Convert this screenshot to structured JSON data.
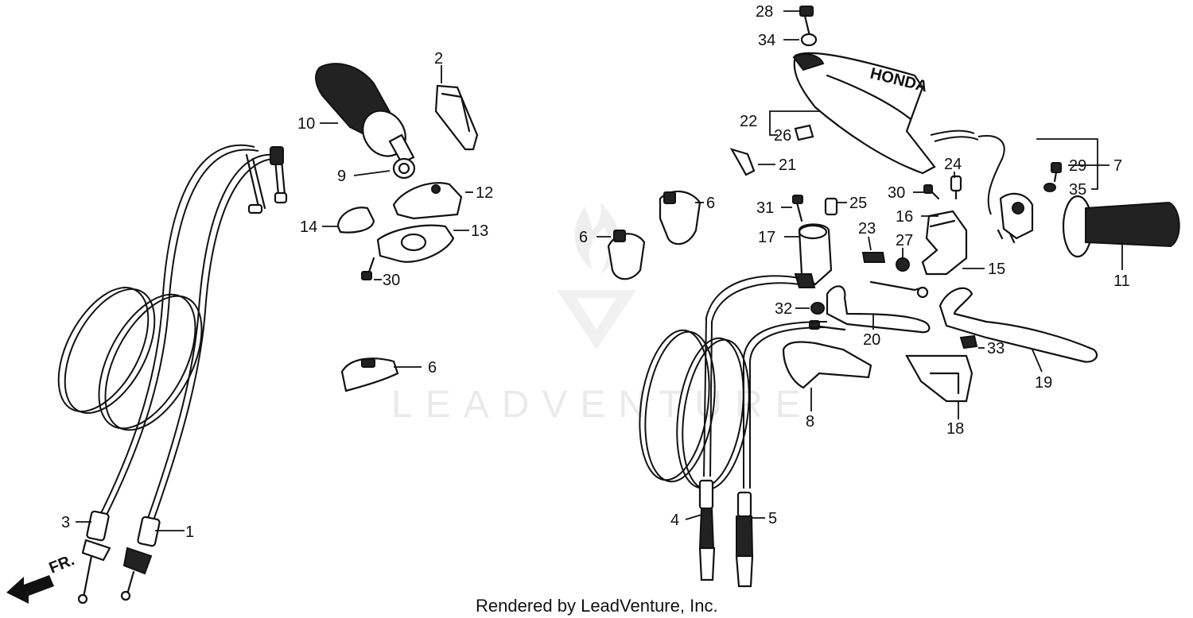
{
  "watermark": {
    "text": "LEADVENTURE"
  },
  "footer": {
    "text": "Rendered by LeadVenture, Inc."
  },
  "direction_marker": {
    "text": "FR."
  },
  "callouts": [
    {
      "key": "c1",
      "label": "1"
    },
    {
      "key": "c2",
      "label": "2"
    },
    {
      "key": "c3",
      "label": "3"
    },
    {
      "key": "c4",
      "label": "4"
    },
    {
      "key": "c5",
      "label": "5"
    },
    {
      "key": "c6a",
      "label": "6"
    },
    {
      "key": "c6b",
      "label": "6"
    },
    {
      "key": "c6c",
      "label": "6"
    },
    {
      "key": "c7",
      "label": "7"
    },
    {
      "key": "c8",
      "label": "8"
    },
    {
      "key": "c9",
      "label": "9"
    },
    {
      "key": "c10",
      "label": "10"
    },
    {
      "key": "c11",
      "label": "11"
    },
    {
      "key": "c12",
      "label": "12"
    },
    {
      "key": "c13",
      "label": "13"
    },
    {
      "key": "c14",
      "label": "14"
    },
    {
      "key": "c15",
      "label": "15"
    },
    {
      "key": "c16",
      "label": "16"
    },
    {
      "key": "c17",
      "label": "17"
    },
    {
      "key": "c18",
      "label": "18"
    },
    {
      "key": "c19",
      "label": "19"
    },
    {
      "key": "c20",
      "label": "20"
    },
    {
      "key": "c21",
      "label": "21"
    },
    {
      "key": "c22",
      "label": "22"
    },
    {
      "key": "c23",
      "label": "23"
    },
    {
      "key": "c24",
      "label": "24"
    },
    {
      "key": "c25",
      "label": "25"
    },
    {
      "key": "c26",
      "label": "26"
    },
    {
      "key": "c27",
      "label": "27"
    },
    {
      "key": "c28",
      "label": "28"
    },
    {
      "key": "c29",
      "label": "29"
    },
    {
      "key": "c30a",
      "label": "30"
    },
    {
      "key": "c30b",
      "label": "30"
    },
    {
      "key": "c31",
      "label": "31"
    },
    {
      "key": "c32",
      "label": "32"
    },
    {
      "key": "c33",
      "label": "33"
    },
    {
      "key": "c34",
      "label": "34"
    },
    {
      "key": "c35",
      "label": "35"
    }
  ],
  "handguard_logo": "HONDA"
}
